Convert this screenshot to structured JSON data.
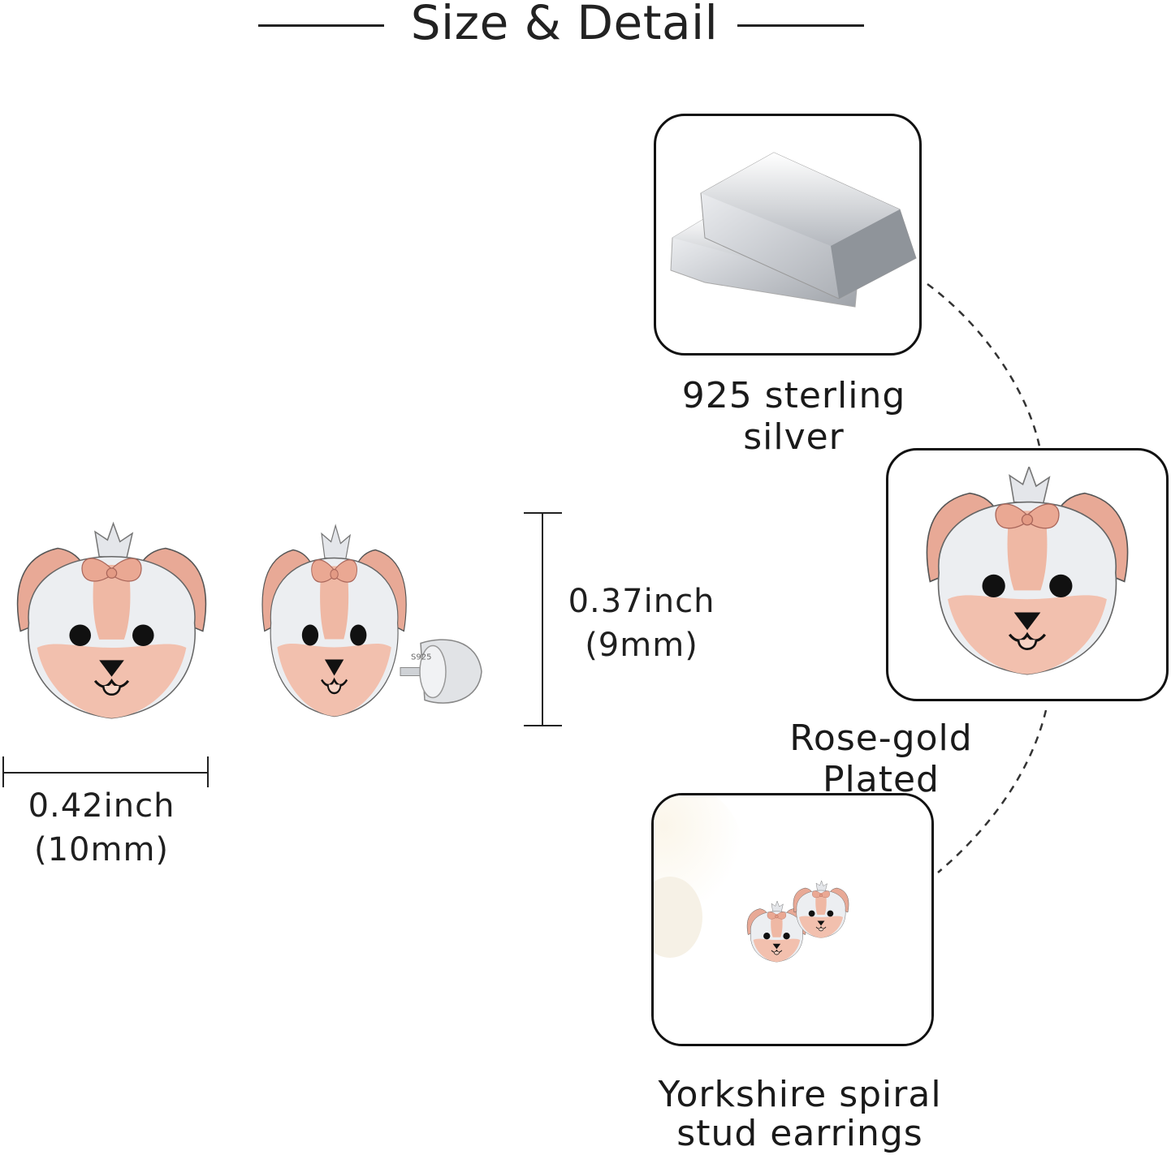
{
  "header": {
    "title": "Size & Detail"
  },
  "dimensions": {
    "height": {
      "value": "0.37inch",
      "metric": "(9mm)"
    },
    "width": {
      "value": "0.42inch",
      "metric": "(10mm)"
    }
  },
  "features": [
    {
      "label": "925 sterling silver",
      "icon": "silver-bars-icon"
    },
    {
      "label": "Rose-gold Plated",
      "icon": "dog-face-icon"
    },
    {
      "label_line1": "Yorkshire spiral",
      "label_line2": "stud earrings",
      "icon": "earrings-photo-icon"
    }
  ],
  "colors": {
    "rose": "#e8a996",
    "rose_light": "#f5cdbf",
    "silver": "#d6d8dc",
    "ink": "#111111"
  }
}
